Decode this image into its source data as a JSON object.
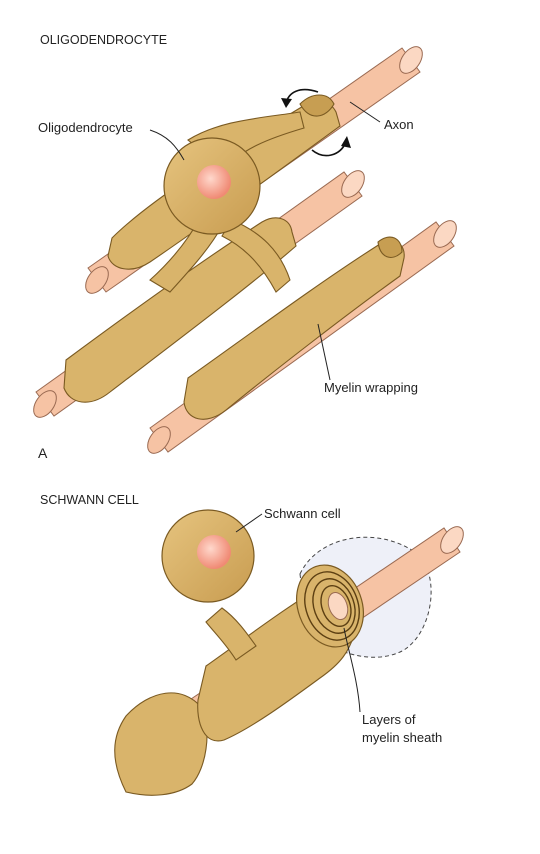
{
  "panel_a": {
    "title": "OLIGODENDROCYTE",
    "letter": "A",
    "labels": {
      "oligodendrocyte": "Oligodendrocyte",
      "axon": "Axon",
      "myelin_wrapping": "Myelin wrapping"
    }
  },
  "panel_b": {
    "title": "SCHWANN CELL",
    "labels": {
      "schwann_cell": "Schwann cell",
      "layers_line1": "Layers of",
      "layers_line2": "myelin sheath"
    }
  },
  "colors": {
    "axon": "#f6c3a4",
    "myelin": "#d9b46b",
    "nucleus": "#f29a86",
    "outline": "#7a5a22"
  }
}
